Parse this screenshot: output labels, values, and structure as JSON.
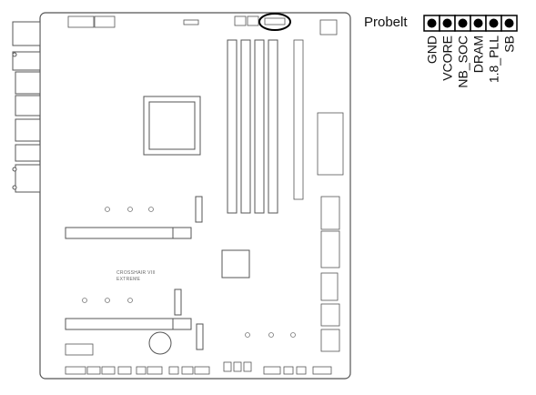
{
  "header": {
    "connector_name": "Probelt"
  },
  "connector": {
    "pin_count": 6,
    "pins": [
      "GND",
      "VCORE",
      "NB_SOC",
      "DRAM",
      "1.8_PLL",
      "SB"
    ]
  },
  "board": {
    "silkscreen_line1": "CROSSHAIR VIII",
    "silkscreen_line2": "EXTREME"
  },
  "colors": {
    "line": "#555555",
    "highlight": "#000000",
    "background": "#ffffff"
  }
}
